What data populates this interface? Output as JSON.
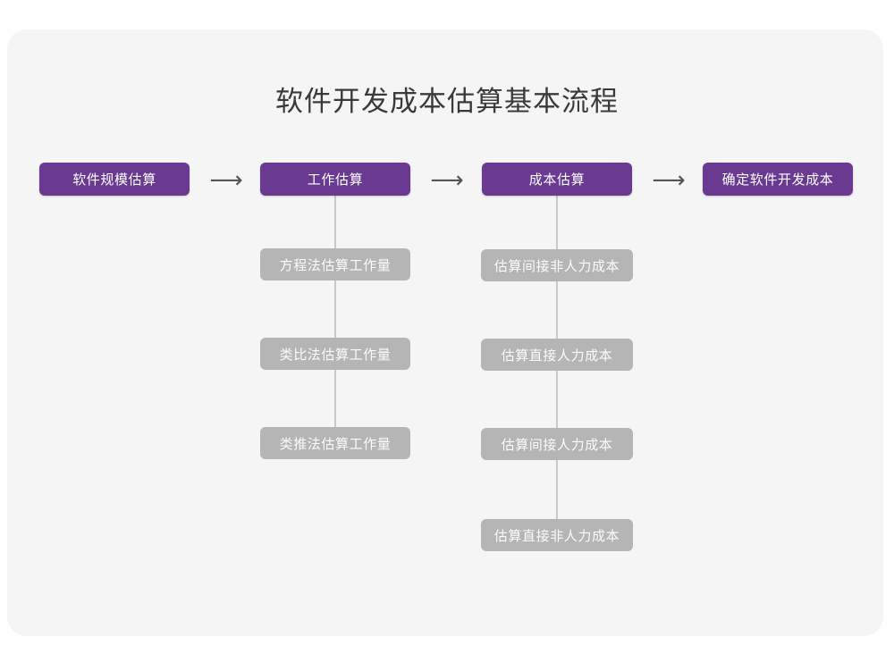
{
  "title": "软件开发成本估算基本流程",
  "theme": {
    "page_background": "#ffffff",
    "card_background": "#f5f5f5",
    "primary_node_color": "#6a3a92",
    "secondary_node_color": "#b5b5b5",
    "connector_color": "#c9c9c9",
    "arrow_color": "#555555",
    "title_color": "#3a3a3a"
  },
  "flow": {
    "arrow_glyph": "⟶",
    "stages": [
      {
        "id": "stage-1",
        "label": "软件规模估算",
        "substeps": []
      },
      {
        "id": "stage-2",
        "label": "工作估算",
        "substeps": [
          {
            "label": "方程法估算工作量"
          },
          {
            "label": "类比法估算工作量"
          },
          {
            "label": "类推法估算工作量"
          }
        ]
      },
      {
        "id": "stage-3",
        "label": "成本估算",
        "substeps": [
          {
            "label": "估算间接非人力成本"
          },
          {
            "label": "估算直接人力成本"
          },
          {
            "label": "估算间接人力成本"
          },
          {
            "label": "估算直接非人力成本"
          }
        ]
      },
      {
        "id": "stage-4",
        "label": "确定软件开发成本",
        "substeps": []
      }
    ]
  }
}
